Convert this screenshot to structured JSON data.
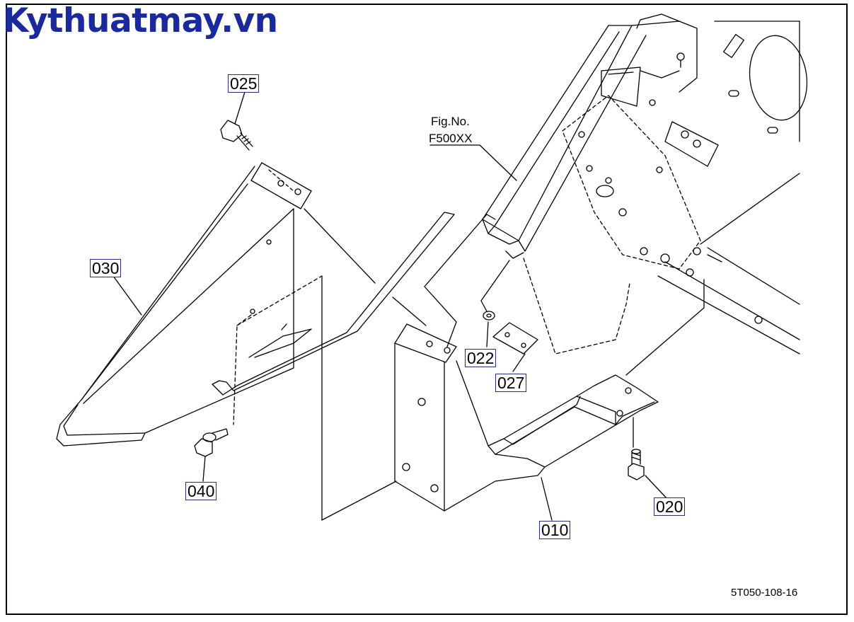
{
  "brand": {
    "text": "Kythuatmay.vn",
    "color": "#1a2a9c"
  },
  "figure_ref": {
    "line1": "Fig.No.",
    "line2": "F500XX"
  },
  "parts": [
    {
      "id": "025"
    },
    {
      "id": "030"
    },
    {
      "id": "040"
    },
    {
      "id": "022"
    },
    {
      "id": "027"
    },
    {
      "id": "010"
    },
    {
      "id": "020"
    }
  ],
  "drawing_code": "5T050-108-16",
  "colors": {
    "line": "#000000",
    "callout_border": "#27307a"
  }
}
